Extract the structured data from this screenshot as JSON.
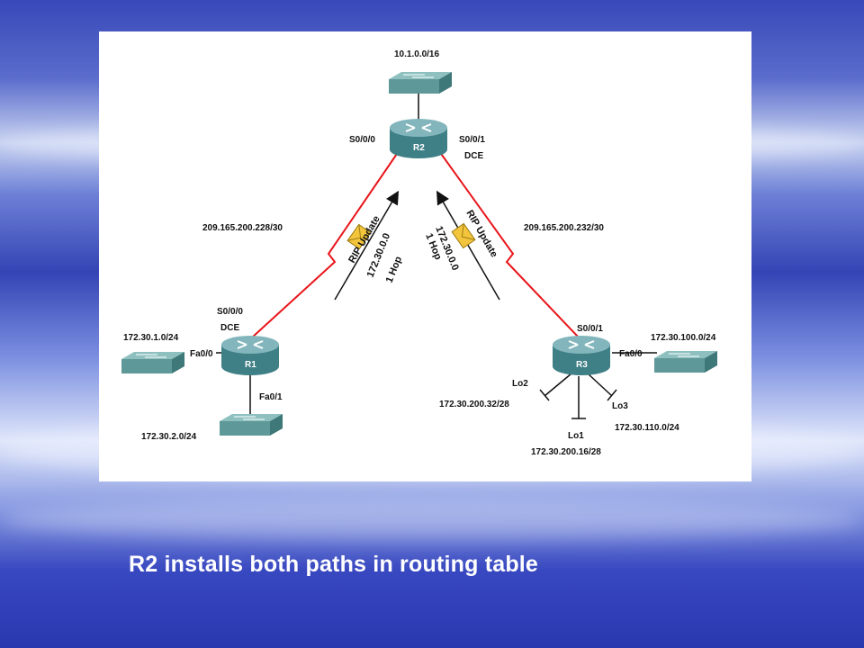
{
  "colors": {
    "link": "#e8151b",
    "router": "#3f7f86",
    "switch": "#5f9898",
    "envelope": "#f2c53d"
  },
  "routers": {
    "r1": "R1",
    "r2": "R2",
    "r3": "R3"
  },
  "networks": {
    "r2_lan": "10.1.0.0/16",
    "r1_r2_link": "209.165.200.228/30",
    "r2_r3_link": "209.165.200.232/30",
    "r1_fa00": "172.30.1.0/24",
    "r1_fa01": "172.30.2.0/24",
    "r3_fa00": "172.30.100.0/24",
    "r3_lo1": "172.30.200.16/28",
    "r3_lo2": "172.30.200.32/28",
    "r3_lo3": "172.30.110.0/24"
  },
  "interfaces": {
    "r2_s000": "S0/0/0",
    "r2_s001": "S0/0/1",
    "r2_dce": "DCE",
    "r1_s000": "S0/0/0",
    "r1_dce": "DCE",
    "r1_fa00": "Fa0/0",
    "r1_fa01": "Fa0/1",
    "r3_s001": "S0/0/1",
    "r3_fa00": "Fa0/0",
    "lo1": "Lo1",
    "lo2": "Lo2",
    "lo3": "Lo3"
  },
  "updates": {
    "left": {
      "title": "RIP Update",
      "network": "172.30.0.0",
      "hops": "1 Hop"
    },
    "right": {
      "title": "RIP Update",
      "network": "172.30.0.0",
      "hops": "1 Hop"
    }
  },
  "caption": "R2 installs both paths  in routing table"
}
